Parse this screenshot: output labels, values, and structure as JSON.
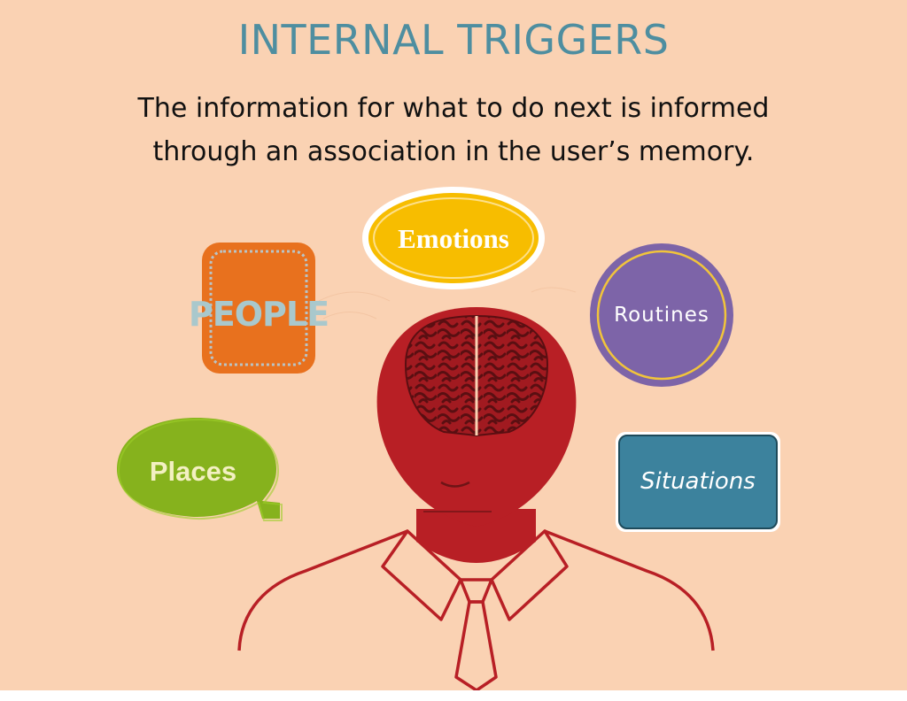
{
  "slide": {
    "title": "INTERNAL TRIGGERS",
    "subtitle_lines": [
      "The information for what to do next is informed",
      "through an association in the user’s memory."
    ]
  },
  "triggers": {
    "people": "PEOPLE",
    "emotions": "Emotions",
    "routines": "Routines",
    "places": "Places",
    "situations": "Situations"
  },
  "colors": {
    "background": "#fad2b3",
    "title": "#4e8ea0",
    "people_card": "#e8711e",
    "emotions_bubble": "#f7bd00",
    "routines_circle": "#7d64a8",
    "places_bubble": "#86b21d",
    "situations_card": "#3c829d",
    "head": "#b81f25",
    "brain": "#6e1416"
  },
  "icons": [
    "brain-icon",
    "person-head-illustration"
  ]
}
